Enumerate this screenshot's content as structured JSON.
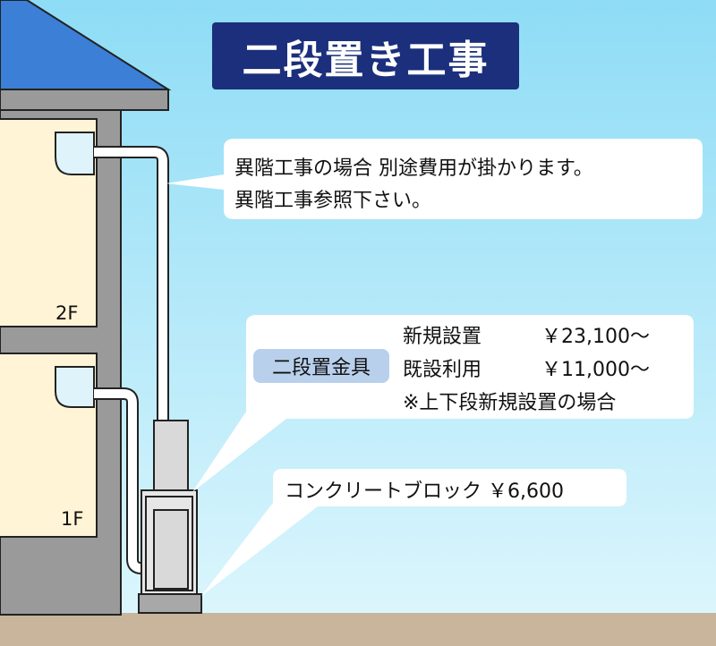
{
  "title": "二段置き工事",
  "floors": {
    "upper": "2F",
    "lower": "1F"
  },
  "callout_other_floor": {
    "line1": "異階工事の場合 別途費用が掛かります。",
    "line2": "異階工事参照下さい。"
  },
  "callout_bracket": {
    "label": "二段置金具",
    "rows": [
      {
        "item": "新規設置",
        "price": "￥23,100～"
      },
      {
        "item": "既設利用",
        "price": "￥11,000～"
      }
    ],
    "note": "※上下段新規設置の場合"
  },
  "callout_block": {
    "text": "コンクリートブロック ￥6,600"
  },
  "colors": {
    "title_bg": "#1b2f7c",
    "roof": "#3b7fd6",
    "ground": "#c8b59b",
    "badge": "#b8d0ec"
  }
}
